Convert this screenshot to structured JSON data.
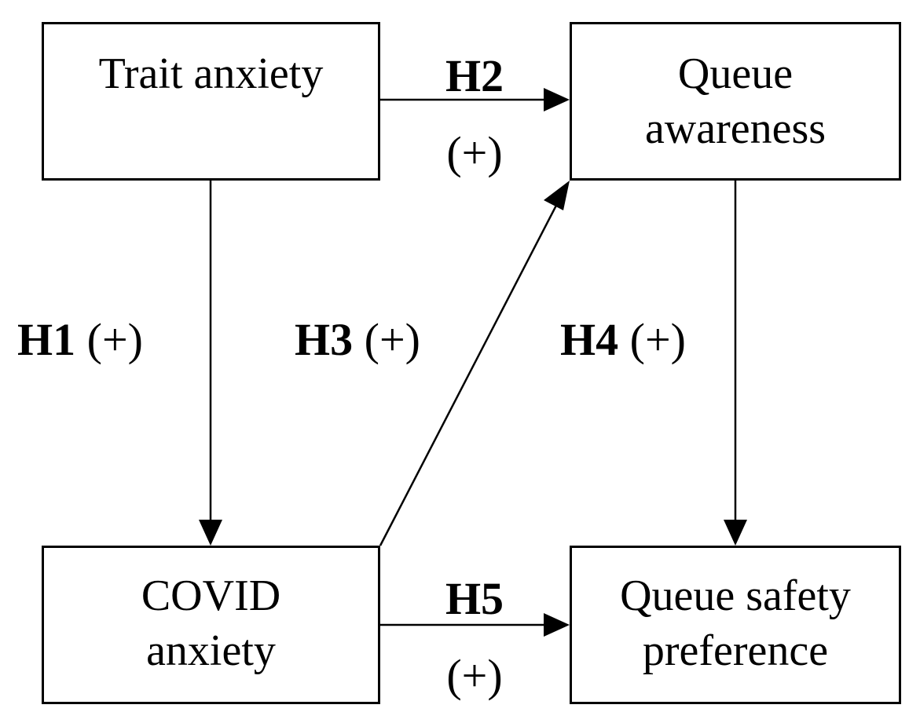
{
  "nodes": {
    "trait_anxiety": {
      "lines": [
        "Trait anxiety"
      ]
    },
    "queue_awareness": {
      "lines": [
        "Queue",
        "awareness"
      ]
    },
    "covid_anxiety": {
      "lines": [
        "COVID",
        "anxiety"
      ]
    },
    "queue_safety_preference": {
      "lines": [
        "Queue safety",
        "preference"
      ]
    }
  },
  "hypotheses": {
    "h1": {
      "id": "H1",
      "sign": "(+)"
    },
    "h2": {
      "id": "H2",
      "sign": "(+)"
    },
    "h3": {
      "id": "H3",
      "sign": "(+)"
    },
    "h4": {
      "id": "H4",
      "sign": "(+)"
    },
    "h5": {
      "id": "H5",
      "sign": "(+)"
    }
  }
}
